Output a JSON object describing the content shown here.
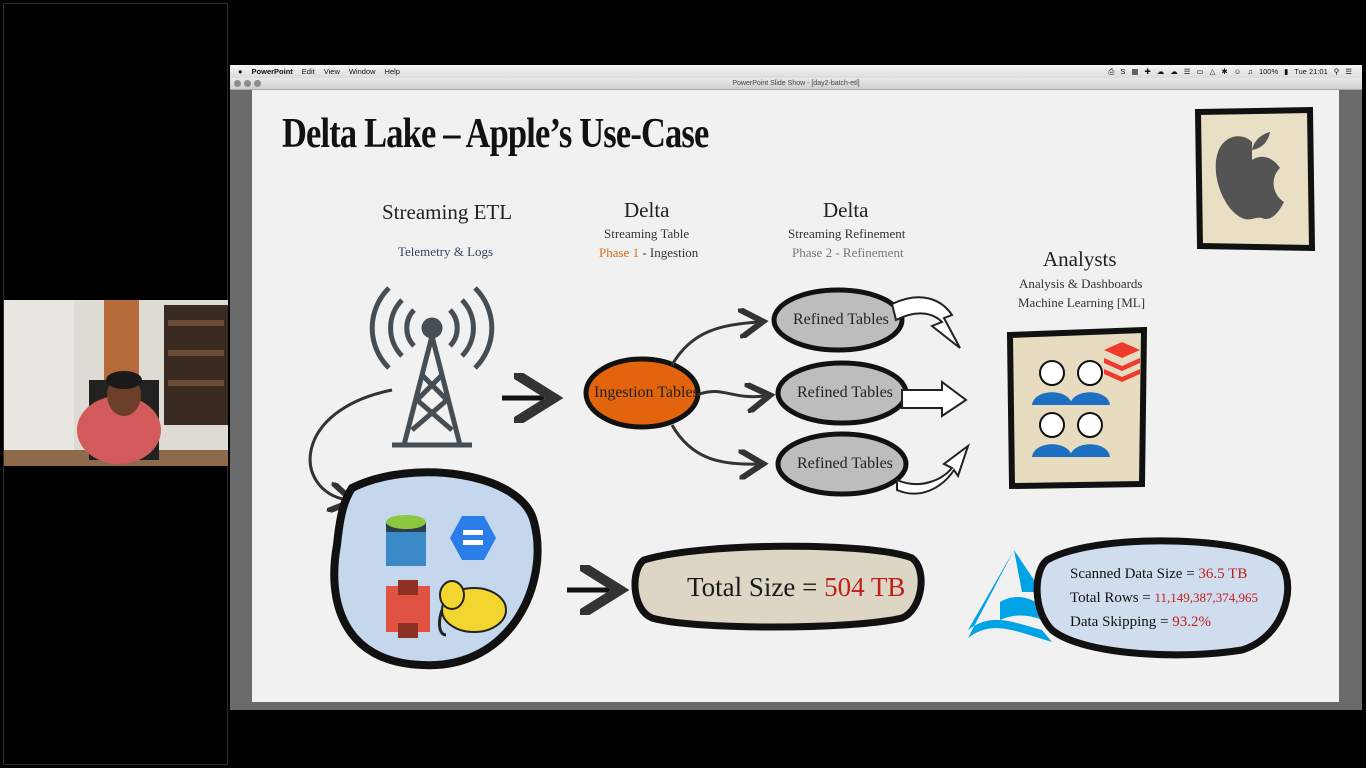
{
  "menubar": {
    "items": [
      "PowerPoint",
      "Edit",
      "View",
      "Window",
      "Help"
    ],
    "status_icons": [
      "printer-icon",
      "s-icon",
      "grid-icon",
      "puzzle-icon",
      "cloud-icon",
      "cloud-icon",
      "bars-icon",
      "monitor-icon",
      "airplay-icon",
      "bluetooth-icon",
      "wifi-icon",
      "volume-icon"
    ],
    "battery": "100%",
    "clock": "Tue 21:01"
  },
  "window": {
    "title": "PowerPoint Slide Show - [day2-batch-etl]"
  },
  "slide": {
    "title": "Delta Lake – Apple’s Use-Case",
    "col1": {
      "heading": "Streaming ETL",
      "sub": "Telemetry & Logs"
    },
    "col2": {
      "heading": "Delta",
      "sub": "Streaming Table",
      "phase_label": "Phase 1",
      "phase_rest": " - Ingestion"
    },
    "col3": {
      "heading": "Delta",
      "sub": "Streaming Refinement",
      "phase": "Phase 2 - Refinement"
    },
    "analysts": {
      "heading": "Analysts",
      "line1": "Analysis & Dashboards",
      "line2": "Machine Learning [ML]"
    },
    "nodes": {
      "ingestion": "Ingestion Tables",
      "refined": [
        "Refined Tables",
        "Refined Tables",
        "Refined Tables"
      ]
    },
    "total": {
      "label": "Total Size = ",
      "value": "504 TB"
    },
    "stats": [
      {
        "label": "Scanned Data Size = ",
        "value": "36.5 TB"
      },
      {
        "label": "Total Rows = ",
        "value": "11,149,387,374,965"
      },
      {
        "label": "Data Skipping = ",
        "value": "93.2%"
      }
    ]
  },
  "colors": {
    "orange": "#e06a12",
    "red": "#c0201a",
    "blue": "#1e7fd0",
    "grey_blob": "#bdbdbd",
    "slide_bg": "#f1f1f1"
  }
}
